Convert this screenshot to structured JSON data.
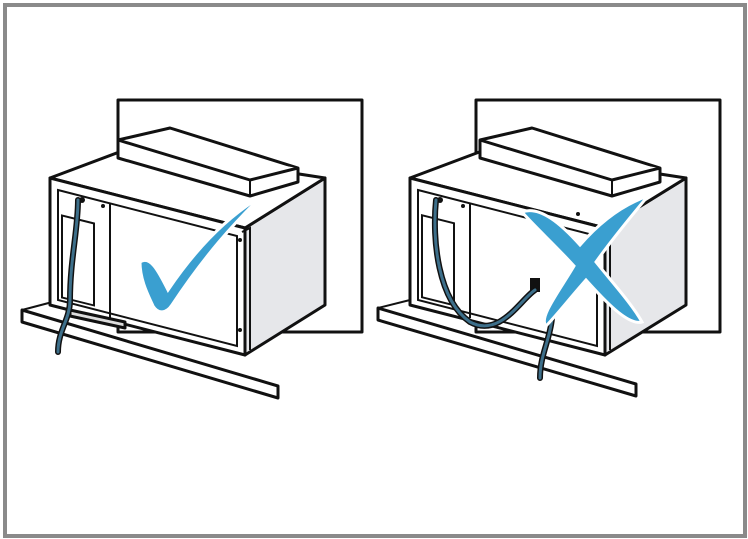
{
  "diagram": {
    "panels": [
      {
        "id": "correct",
        "verdict": "correct-installation",
        "mark": "check-mark-icon"
      },
      {
        "id": "incorrect",
        "verdict": "incorrect-installation",
        "mark": "cross-mark-icon"
      }
    ],
    "colors": {
      "frame": "#8a8a8a",
      "outline": "#111111",
      "side_shade": "#e6e7ea",
      "mark": "#3a9fd0",
      "cable": "#3d6f8a"
    }
  }
}
